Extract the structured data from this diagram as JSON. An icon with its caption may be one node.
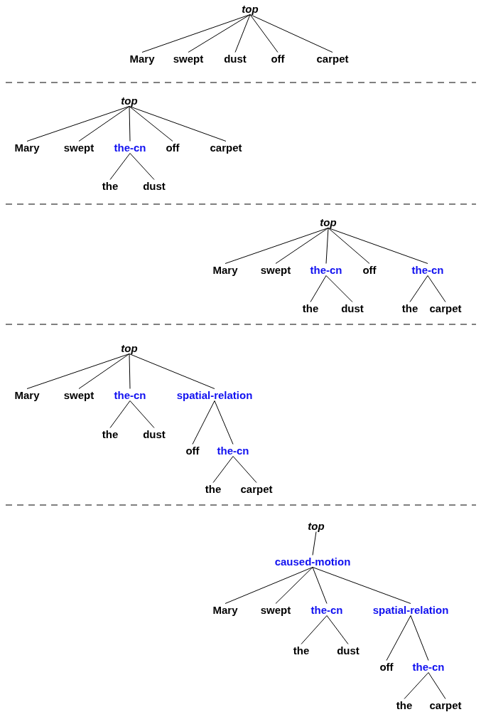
{
  "diagram": {
    "nodes": [
      {
        "text": [
          "top"
        ]
      },
      {
        "text": [
          "Mary"
        ]
      },
      {
        "text": [
          "swept"
        ]
      },
      {
        "text": [
          "dust"
        ]
      },
      {
        "text": [
          "off"
        ]
      },
      {
        "text": [
          "carpet"
        ]
      },
      {
        "text": [
          "top"
        ]
      },
      {
        "text": [
          "Mary"
        ]
      },
      {
        "text": [
          "swept"
        ]
      },
      {
        "text": [
          "the-cn"
        ]
      },
      {
        "text": [
          "off"
        ]
      },
      {
        "text": [
          "carpet"
        ]
      },
      {
        "text": [
          "the"
        ]
      },
      {
        "text": [
          "dust"
        ]
      },
      {
        "text": [
          "top"
        ]
      },
      {
        "text": [
          "Mary"
        ]
      },
      {
        "text": [
          "swept"
        ]
      },
      {
        "text": [
          "the-cn"
        ]
      },
      {
        "text": [
          "off"
        ]
      },
      {
        "text": [
          "the-cn"
        ]
      },
      {
        "text": [
          "the"
        ]
      },
      {
        "text": [
          "dust"
        ]
      },
      {
        "text": [
          "the"
        ]
      },
      {
        "text": [
          "carpet"
        ]
      },
      {
        "text": [
          "top"
        ]
      },
      {
        "text": [
          "Mary"
        ]
      },
      {
        "text": [
          "swept"
        ]
      },
      {
        "text": [
          "the-cn"
        ]
      },
      {
        "text": [
          "spatial-relation"
        ]
      },
      {
        "text": [
          "the"
        ]
      },
      {
        "text": [
          "dust"
        ]
      },
      {
        "text": [
          "off"
        ]
      },
      {
        "text": [
          "the-cn"
        ]
      },
      {
        "text": [
          "the"
        ]
      },
      {
        "text": [
          "carpet"
        ]
      },
      {
        "text": [
          "top"
        ]
      },
      {
        "text": [
          "caused-motion"
        ]
      },
      {
        "text": [
          "Mary"
        ]
      },
      {
        "text": [
          "swept"
        ]
      },
      {
        "text": [
          "the-cn"
        ]
      },
      {
        "text": [
          "spatial-relation"
        ]
      },
      {
        "text": [
          "the"
        ]
      },
      {
        "text": [
          "dust"
        ]
      },
      {
        "text": [
          "off"
        ]
      },
      {
        "text": [
          "the-cn"
        ]
      },
      {
        "text": [
          "the"
        ]
      },
      {
        "text": [
          "carpet"
        ]
      }
    ],
    "edges": [
      {
        "from": 0,
        "to": 1,
        "arrow": "none"
      },
      {
        "from": 0,
        "to": 2,
        "arrow": "none"
      },
      {
        "from": 0,
        "to": 3,
        "arrow": "none"
      },
      {
        "from": 0,
        "to": 4,
        "arrow": "none"
      },
      {
        "from": 0,
        "to": 5,
        "arrow": "none"
      },
      {
        "from": 6,
        "to": 7,
        "arrow": "none"
      },
      {
        "from": 6,
        "to": 8,
        "arrow": "none"
      },
      {
        "from": 6,
        "to": 9,
        "arrow": "none"
      },
      {
        "from": 6,
        "to": 10,
        "arrow": "none"
      },
      {
        "from": 6,
        "to": 11,
        "arrow": "none"
      },
      {
        "from": 9,
        "to": 12,
        "arrow": "none"
      },
      {
        "from": 9,
        "to": 13,
        "arrow": "none"
      },
      {
        "from": 14,
        "to": 15,
        "arrow": "none"
      },
      {
        "from": 14,
        "to": 16,
        "arrow": "none"
      },
      {
        "from": 14,
        "to": 17,
        "arrow": "none"
      },
      {
        "from": 14,
        "to": 18,
        "arrow": "none"
      },
      {
        "from": 14,
        "to": 19,
        "arrow": "none"
      },
      {
        "from": 17,
        "to": 20,
        "arrow": "none"
      },
      {
        "from": 17,
        "to": 21,
        "arrow": "none"
      },
      {
        "from": 19,
        "to": 22,
        "arrow": "none"
      },
      {
        "from": 19,
        "to": 23,
        "arrow": "none"
      },
      {
        "from": 24,
        "to": 25,
        "arrow": "none"
      },
      {
        "from": 24,
        "to": 26,
        "arrow": "none"
      },
      {
        "from": 24,
        "to": 27,
        "arrow": "none"
      },
      {
        "from": 24,
        "to": 28,
        "arrow": "none"
      },
      {
        "from": 27,
        "to": 29,
        "arrow": "none"
      },
      {
        "from": 27,
        "to": 30,
        "arrow": "none"
      },
      {
        "from": 28,
        "to": 31,
        "arrow": "none"
      },
      {
        "from": 28,
        "to": 32,
        "arrow": "none"
      },
      {
        "from": 32,
        "to": 33,
        "arrow": "none"
      },
      {
        "from": 32,
        "to": 34,
        "arrow": "none"
      },
      {
        "from": 35,
        "to": 36,
        "arrow": "none"
      },
      {
        "from": 36,
        "to": 37,
        "arrow": "none"
      },
      {
        "from": 36,
        "to": 38,
        "arrow": "none"
      },
      {
        "from": 36,
        "to": 39,
        "arrow": "none"
      },
      {
        "from": 36,
        "to": 40,
        "arrow": "none"
      },
      {
        "from": 39,
        "to": 41,
        "arrow": "none"
      },
      {
        "from": 39,
        "to": 42,
        "arrow": "none"
      },
      {
        "from": 40,
        "to": 43,
        "arrow": "none"
      },
      {
        "from": 40,
        "to": 44,
        "arrow": "none"
      },
      {
        "from": 44,
        "to": 45,
        "arrow": "none"
      },
      {
        "from": 44,
        "to": 46,
        "arrow": "none"
      }
    ]
  }
}
